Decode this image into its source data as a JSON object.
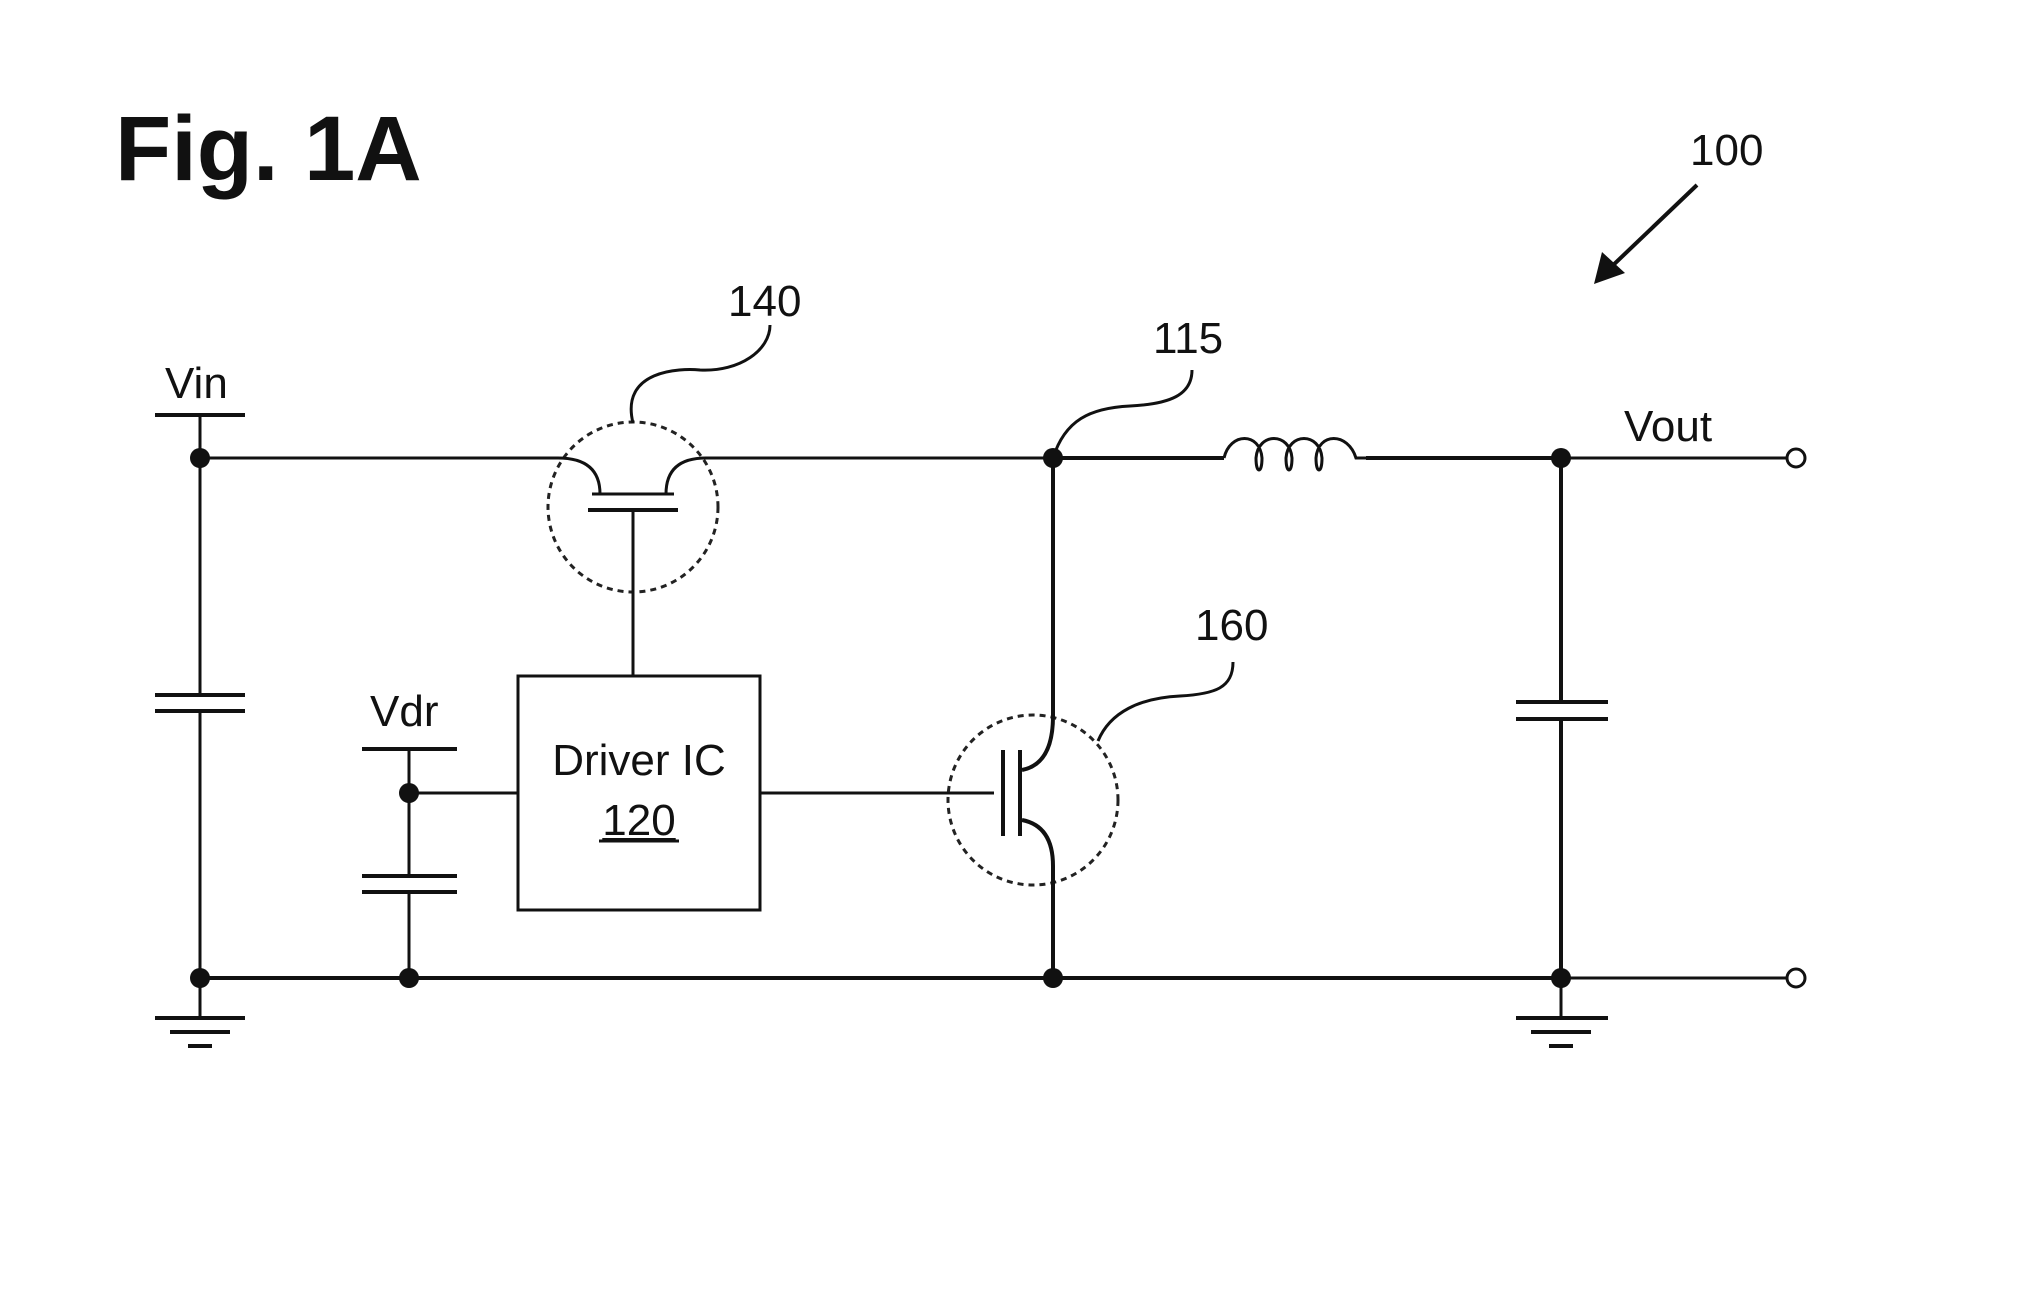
{
  "figure": {
    "title": "Fig. 1A",
    "ref_circuit": "100"
  },
  "labels": {
    "vin": "Vin",
    "vout": "Vout",
    "vdr": "Vdr",
    "node_115": "115",
    "switch_140": "140",
    "switch_160": "160",
    "driver_name": "Driver IC",
    "driver_ref": "120"
  }
}
